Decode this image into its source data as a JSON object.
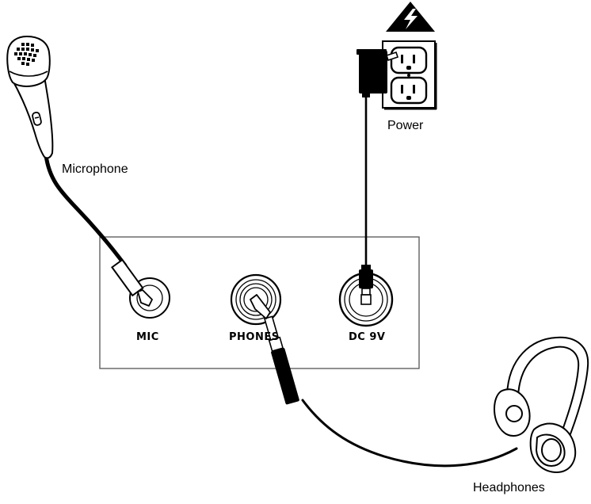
{
  "labels": {
    "microphone": "Microphone",
    "power": "Power",
    "headphones": "Headphones"
  },
  "jacks": {
    "mic": "MIC",
    "phones": "PHONES",
    "dc": "DC 9V"
  },
  "colors": {
    "line": "#000000",
    "background": "#ffffff",
    "panel_border": "#555555"
  },
  "icons": [
    "microphone-icon",
    "power-adapter-icon",
    "wall-outlet-icon",
    "high-voltage-warning-icon",
    "headphones-icon",
    "quarter-inch-plug-icon",
    "dc-plug-icon"
  ]
}
